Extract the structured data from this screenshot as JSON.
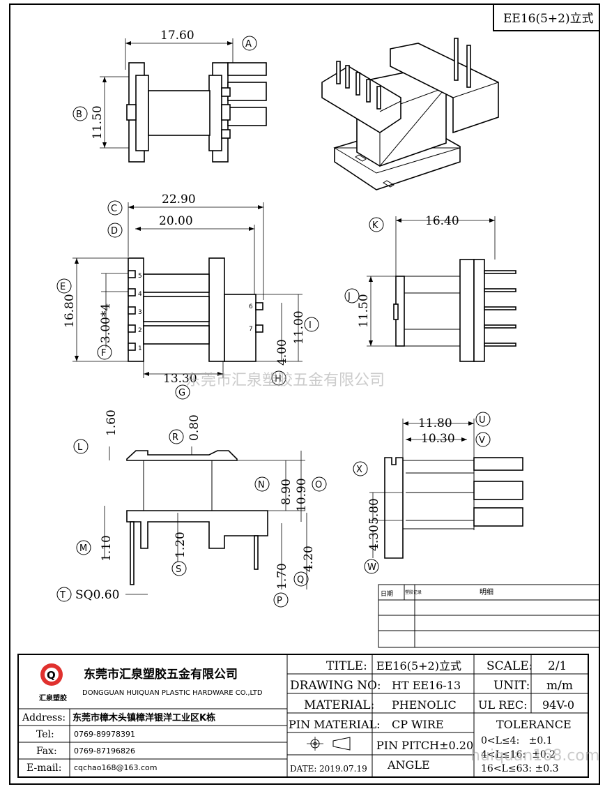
{
  "header_box": "EE16(5+2)立式",
  "watermark": "东莞市汇泉塑胶五金有限公司",
  "watermark_url": "huiquan168.com",
  "top_view": {
    "dim_width": "17.60",
    "dim_height": "11.50",
    "tag_a": "A",
    "tag_b": "B"
  },
  "front_view": {
    "dim_c": "22.90",
    "dim_d": "20.00",
    "dim_e": "16.80",
    "dim_f": "3.00*4",
    "dim_g": "13.30",
    "dim_h": "4.00",
    "dim_i": "11.00",
    "tags": [
      "C",
      "D",
      "E",
      "F",
      "G",
      "H",
      "I"
    ],
    "pins_left": [
      "5",
      "4",
      "3",
      "2",
      "1"
    ],
    "pins_right": [
      "6",
      "7"
    ]
  },
  "side_view": {
    "dim_k": "16.40",
    "dim_j": "11.50",
    "tag_k": "K",
    "tag_j": "J"
  },
  "bottom_left": {
    "dim_l": "1.60",
    "dim_r": "0.80",
    "dim_n": "8.90",
    "dim_o": "10.90",
    "dim_m": "1.10",
    "dim_s": "1.20",
    "dim_p": "1.70",
    "dim_q": "4.20",
    "dim_t": "SQ0.60",
    "tags": [
      "L",
      "R",
      "N",
      "O",
      "M",
      "S",
      "P",
      "Q",
      "T"
    ]
  },
  "bottom_right": {
    "dim_u": "11.80",
    "dim_v": "10.30",
    "dim_x": "5.80",
    "dim_w": "4.30",
    "tags": [
      "U",
      "V",
      "X",
      "W"
    ]
  },
  "revision": {
    "date_label": "日期",
    "mark_label": "塑胶记录",
    "detail_label": "明细"
  },
  "company": {
    "name_cn": "东莞市汇泉塑胶五金有限公司",
    "name_en": "DONGGUAN HUIQUAN PLASTIC HARDWARE CO.,LTD",
    "logo_caption": "汇泉塑胶",
    "logo_letter": "Q"
  },
  "contact": {
    "address_label": "Address:",
    "address": "东莞市樟木头镇樟洋银洋工业区K栋",
    "tel_label": "Tel:",
    "tel": "0769-89978391",
    "fax_label": "Fax:",
    "fax": "0769-87196826",
    "email_label": "E-mail:",
    "email": "cqchao168@163.com"
  },
  "title_block": {
    "title_label": "TITLE:",
    "title": "EE16(5+2)立式",
    "drawing_label": "DRAWING NO:",
    "drawing_no": "HT EE16-13",
    "material_label": "MATERIAL:",
    "material": "PHENOLIC",
    "pin_material_label": "PIN MATERIAL:",
    "pin_material": "CP WIRE",
    "date_label": "DATE:",
    "date": "2019.07.19",
    "pin_pitch": "PIN PITCH±0.20",
    "angle": "ANGLE",
    "scale_label": "SCALE:",
    "scale": "2/1",
    "unit_label": "UNIT:",
    "unit": "m/m",
    "ul_label": "UL REC:",
    "ul": "94V-0",
    "tolerance_label": "TOLERANCE",
    "tolerance_rows": [
      "0<L≤4:   ±0.1",
      "4<L≤16:  ±0.2",
      "16<L≤63: ±0.3"
    ]
  }
}
